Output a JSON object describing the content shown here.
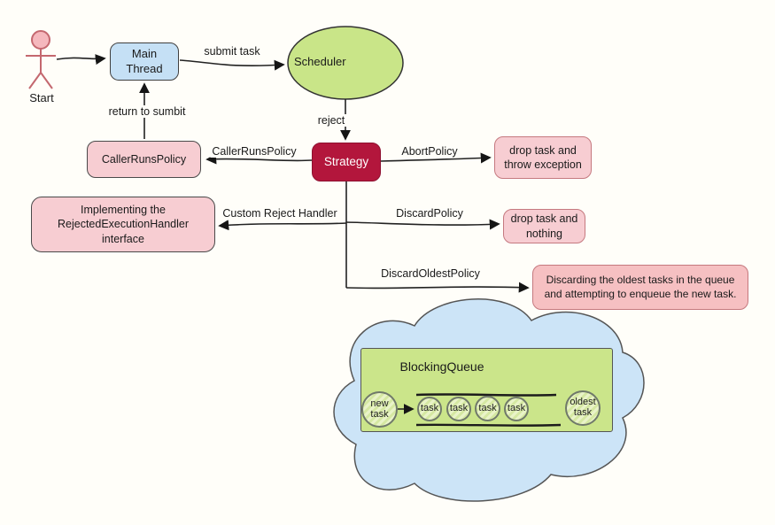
{
  "diagram": {
    "actor": {
      "label": "Start"
    },
    "nodes": {
      "main_thread": "Main Thread",
      "scheduler": "Scheduler",
      "strategy": "Strategy",
      "caller_runs_policy": "CallerRunsPolicy",
      "implementing": "Implementing the\nRejectedExecutionHandler\ninterface",
      "drop_throw": "drop task and\nthrow exception",
      "drop_nothing": "drop task and\nnothing",
      "discard_oldest_result": "Discarding the oldest tasks in the queue\nand attempting to enqueue the new task."
    },
    "edges": {
      "submit_task": "submit task",
      "reject": "reject",
      "caller_runs_policy": "CallerRunsPolicy",
      "return_to_sumbit": "return to sumbit",
      "abort_policy": "AbortPolicy",
      "custom_reject_handler": "Custom Reject Handler",
      "discard_policy": "DiscardPolicy",
      "discard_oldest_policy": "DiscardOldestPolicy"
    },
    "queue": {
      "container": "BlockingQueue",
      "new_task": "new\ntask",
      "tasks": [
        "task",
        "task",
        "task",
        "task"
      ],
      "oldest_task": "oldest\ntask"
    },
    "colors": {
      "background": "#fffef9",
      "main_thread_fill": "#c5e0f5",
      "scheduler_fill": "#c9e588",
      "strategy_fill": "#b3163c",
      "policy_box_fill": "#f7cdd2",
      "result_box_fill": "#f6c0c2",
      "result_box_border": "#c5797f",
      "cloud_fill": "#cce4f7",
      "queue_fill": "#cbe58a",
      "actor_fill": "#f5b8bd",
      "line_color": "#222222"
    }
  }
}
